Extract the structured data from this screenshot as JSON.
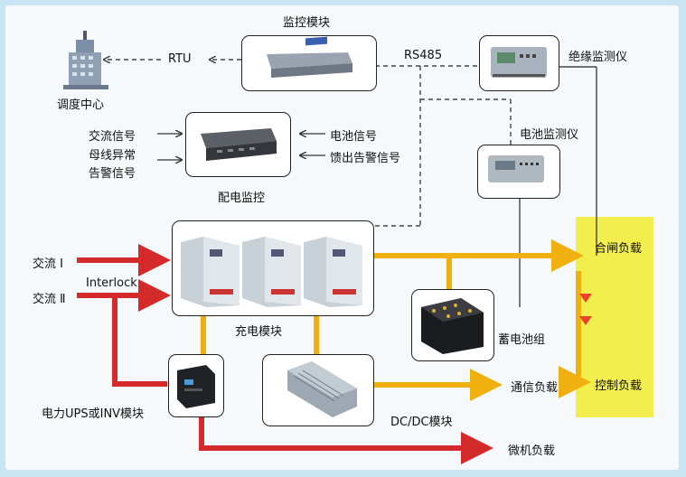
{
  "labels": {
    "monitor_module": "监控模块",
    "rtu": "RTU",
    "dispatch_center": "调度中心",
    "rs485": "RS485",
    "insulation_monitor": "绝缘监测仪",
    "ac_signal": "交流信号",
    "bus_abnormal_1": "母线异常",
    "bus_abnormal_2": "告警信号",
    "battery_signal": "电池信号",
    "feeder_alarm": "馈出告警信号",
    "distribution_monitor": "配电监控",
    "battery_monitor": "电池监测仪",
    "ac_in_1": "交流 Ⅰ",
    "ac_in_2": "交流 Ⅱ",
    "interlock": "Interlock",
    "charging_module": "充电模块",
    "battery_bank": "蓄电池组",
    "closing_load": "合闸负载",
    "control_load": "控制负载",
    "comm_load": "通信负载",
    "ups_inv_module": "电力UPS或INV模块",
    "dcdc_module": "DC/DC模块",
    "micro_load": "微机负载"
  },
  "colors": {
    "ac_power_line": "#d42a2a",
    "dc_power_line": "#f0b010",
    "load_bus": "#f2ec3a",
    "signal_line": "#555555"
  }
}
